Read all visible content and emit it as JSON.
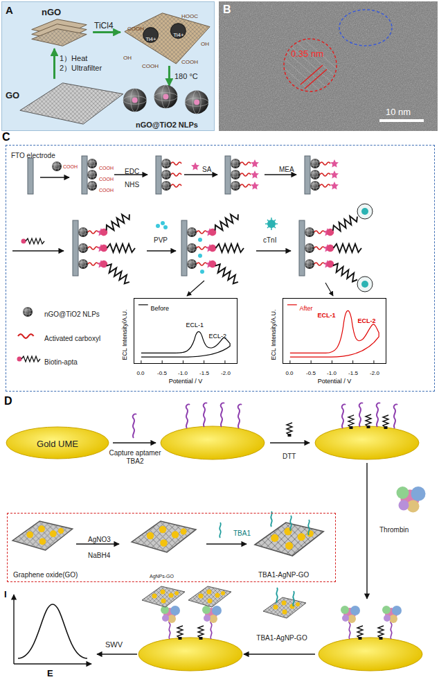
{
  "diagram": {
    "nodes": [
      {
        "text": [
          "A"
        ]
      },
      {
        "text": [
          "B",
          "0.35 nm",
          "10 nm"
        ]
      },
      {
        "text": [
          "C"
        ]
      },
      {
        "text": [
          "Before",
          "ECL-1",
          "ECL-2"
        ],
        "in": 2
      },
      {
        "text": [
          "After",
          "ECL-1",
          "ECL-2"
        ],
        "in": 2
      },
      {
        "text": [
          "Gold UME"
        ]
      },
      {
        "text": [
          "Graphene oxide(GO)",
          "AgNO3",
          "NaBH4",
          "AgNPs-GO",
          "TBA1",
          "TBA1-AgNP-GO"
        ]
      }
    ],
    "labels": [
      "nGO",
      "1）Heat",
      "2）Ultrafilter",
      "GO",
      "TiCl4",
      "HOOC",
      "COOH",
      "OH",
      "COOH",
      "OH",
      "COOH",
      "Ti4+",
      "Ti4+",
      "180 °C",
      "nGO@TiO2 NLPs",
      "FTO electrode",
      "COOH",
      "COOH",
      "COOH",
      "COOH",
      "EDC",
      "NHS",
      "SA",
      "MEA",
      "PVP",
      "cTnI",
      "ECL Intensity/A.U.",
      "Potential / V",
      "0.0",
      "-0.5",
      "-1.0",
      "-1.5",
      "-2.0",
      "ECL Intensity/A.U.",
      "Potential / V",
      "0.0",
      "-0.5",
      "-1.0",
      "-1.5",
      "-2.0",
      "D",
      "Capture aptamer TBA2",
      "DTT",
      "Thrombin",
      "TBA1-AgNP-GO",
      "SWV",
      "I",
      "E"
    ],
    "legend": [
      {
        "text": "nGO@TiO2 NLPs"
      },
      {
        "text": "Activated carboxyl"
      },
      {
        "text": "Biotin-apta"
      }
    ]
  }
}
